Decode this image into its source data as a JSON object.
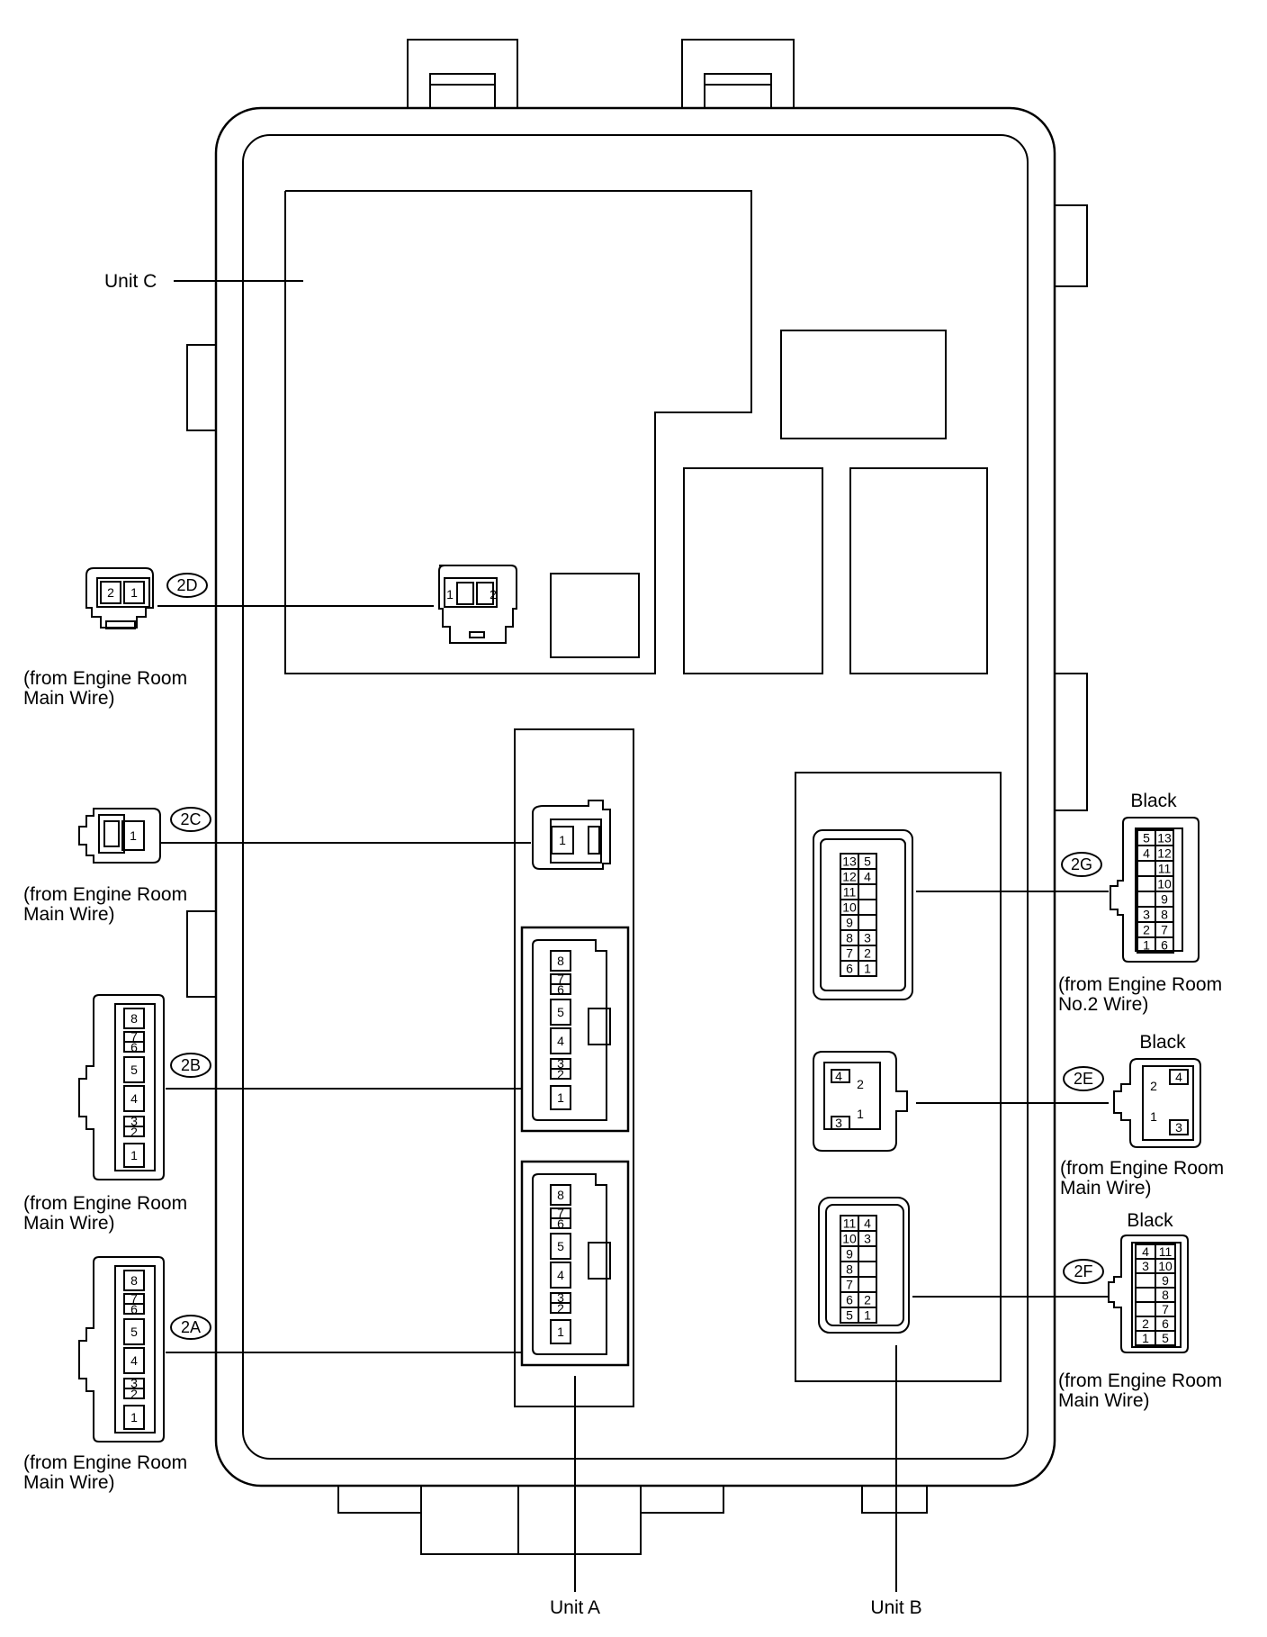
{
  "units": {
    "unit_a": "Unit A",
    "unit_b": "Unit B",
    "unit_c": "Unit C"
  },
  "connectors": [
    {
      "id": "2A",
      "source_line1": "(from Engine Room",
      "source_line2": "Main Wire)",
      "color": "",
      "pins": [
        "8",
        "7",
        "6",
        "5",
        "4",
        "3",
        "2",
        "1"
      ]
    },
    {
      "id": "2B",
      "source_line1": "(from Engine Room",
      "source_line2": "Main Wire)",
      "color": "",
      "pins": [
        "8",
        "7",
        "6",
        "5",
        "4",
        "3",
        "2",
        "1"
      ]
    },
    {
      "id": "2C",
      "source_line1": "(from Engine Room",
      "source_line2": "Main Wire)",
      "color": "",
      "pins": [
        "1"
      ]
    },
    {
      "id": "2D",
      "source_line1": "(from Engine Room",
      "source_line2": "Main Wire)",
      "color": "",
      "pins": [
        "2",
        "1"
      ]
    },
    {
      "id": "2E",
      "source_line1": "(from Engine Room",
      "source_line2": "Main Wire)",
      "color": "Black",
      "pins": [
        "4",
        "2",
        "1",
        "3"
      ]
    },
    {
      "id": "2F",
      "source_line1": "(from Engine Room",
      "source_line2": "Main Wire)",
      "color": "Black",
      "pins_left": [
        "4",
        "3",
        "",
        "",
        "",
        "2",
        "1"
      ],
      "pins_right": [
        "11",
        "10",
        "9",
        "8",
        "7",
        "6",
        "5"
      ]
    },
    {
      "id": "2G",
      "source_line1": "(from Engine Room",
      "source_line2": "No.2 Wire)",
      "color": "Black",
      "pins_left": [
        "5",
        "4",
        "",
        "",
        "",
        "3",
        "2",
        "1"
      ],
      "pins_right": [
        "13",
        "12",
        "11",
        "10",
        "9",
        "8",
        "7",
        "6"
      ]
    }
  ]
}
